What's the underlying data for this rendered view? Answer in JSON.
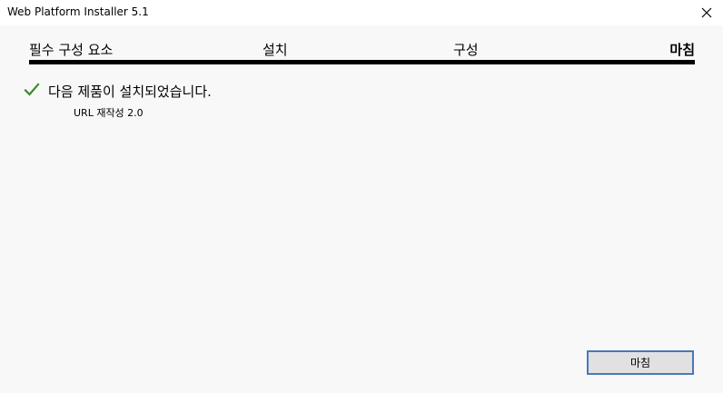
{
  "window": {
    "title": "Web Platform Installer 5.1"
  },
  "steps": [
    {
      "label": "필수 구성 요소"
    },
    {
      "label": "설치"
    },
    {
      "label": "구성"
    },
    {
      "label": "마침"
    }
  ],
  "current_step": "마침",
  "result": {
    "icon": "checkmark-icon",
    "status_color": "#3c8a2e",
    "message": "다음 제품이 설치되었습니다.",
    "products": [
      "URL 재작성 2.0"
    ]
  },
  "footer": {
    "finish_label": "마침"
  },
  "colors": {
    "accent": "#4a78b8",
    "background": "#f8f8f8",
    "titlebar": "#ffffff"
  }
}
